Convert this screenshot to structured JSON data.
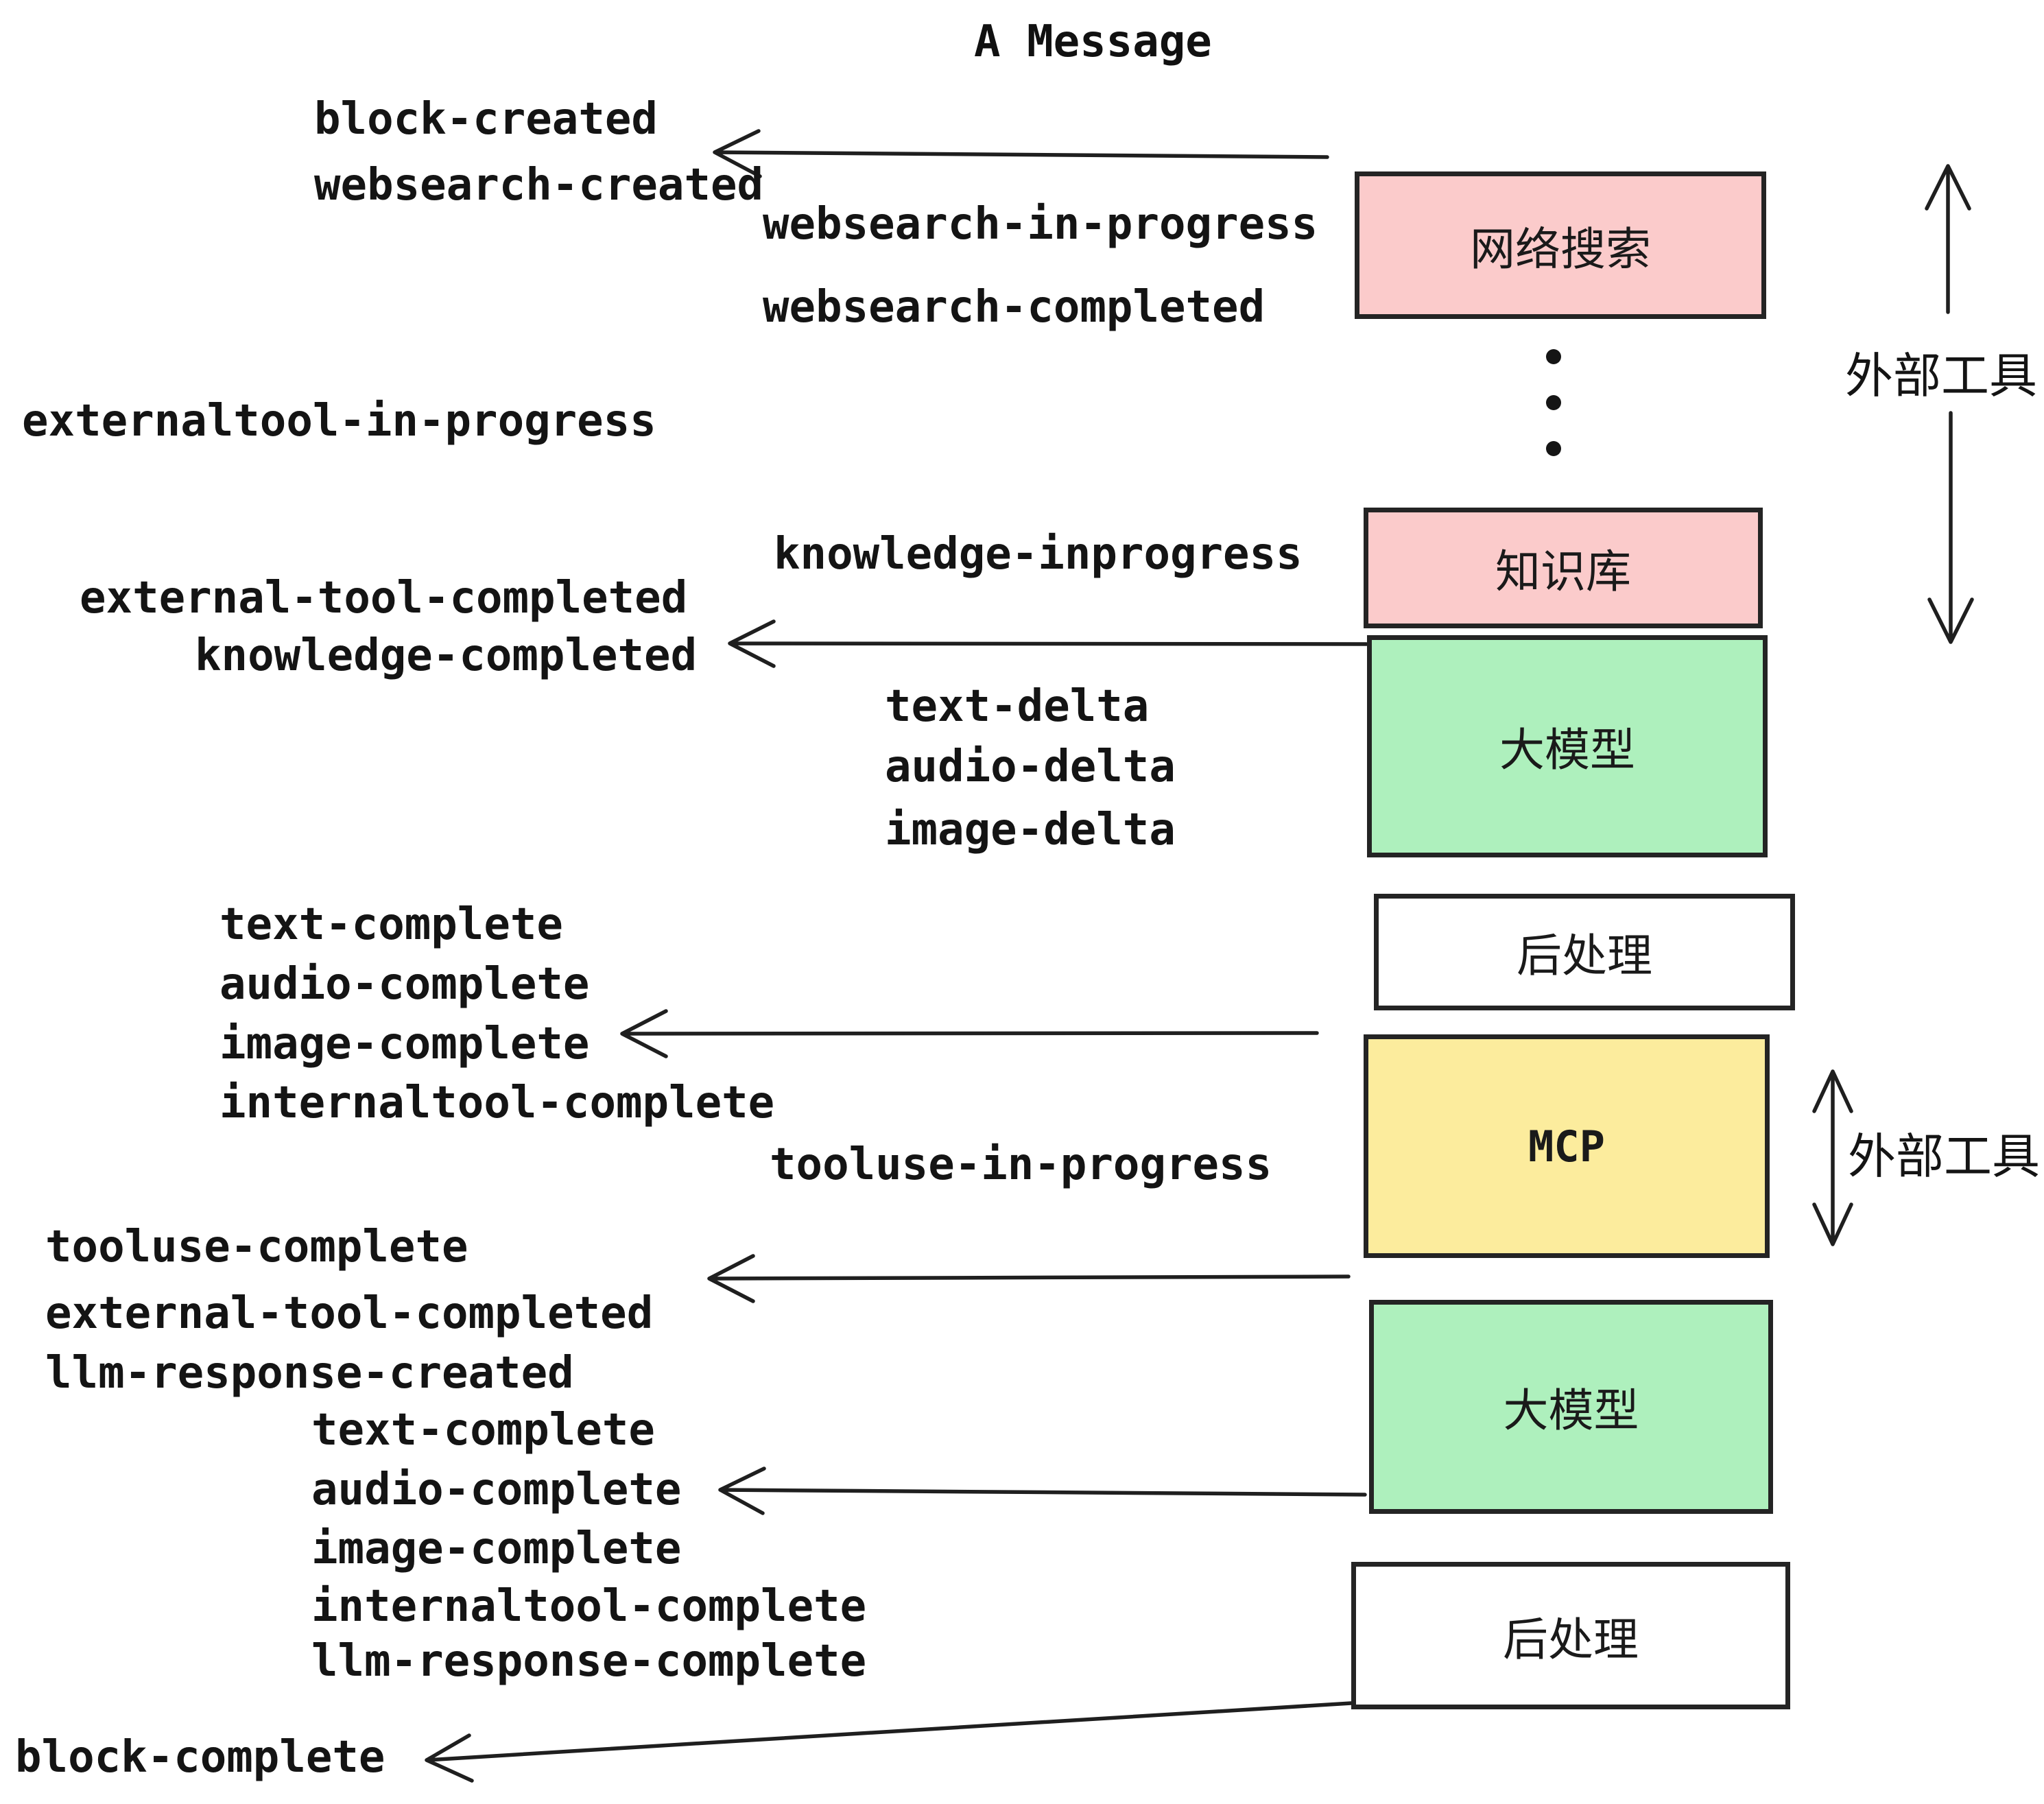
{
  "title": "A Message",
  "colors": {
    "box_border": "#242424",
    "arrow": "#1f1f1f",
    "text": "#141414",
    "pink": "#FBCBCB",
    "green": "#AEF0BD",
    "yellow": "#FCEC9D",
    "white": "#FFFFFF"
  },
  "events": [
    "block-created",
    "websearch-created",
    "websearch-in-progress",
    "websearch-completed",
    "externaltool-in-progress",
    "knowledge-inprogress",
    "external-tool-completed",
    "knowledge-completed",
    "text-delta",
    "audio-delta",
    "image-delta",
    "text-complete",
    "audio-complete",
    "image-complete",
    "internaltool-complete",
    "tooluse-in-progress",
    "tooluse-complete",
    "external-tool-completed",
    "llm-response-created",
    "text-complete",
    "audio-complete",
    "image-complete",
    "internaltool-complete",
    "llm-response-complete",
    "block-complete"
  ],
  "boxes": [
    {
      "label": "网络搜索",
      "color": "#FBCBCB"
    },
    {
      "label": "知识库",
      "color": "#FBCBCB"
    },
    {
      "label": "大模型",
      "color": "#AEF0BD"
    },
    {
      "label": "后处理",
      "color": "#FFFFFF"
    },
    {
      "label": "MCP",
      "color": "#FCEC9D"
    },
    {
      "label": "大模型",
      "color": "#AEF0BD"
    },
    {
      "label": "后处理",
      "color": "#FFFFFF"
    }
  ],
  "side_labels": [
    "外部工具",
    "外部工具"
  ]
}
